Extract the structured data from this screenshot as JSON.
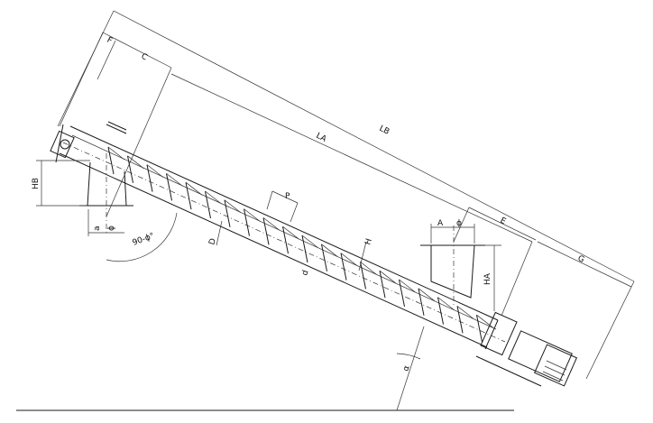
{
  "diagram": {
    "labels": {
      "F": "F",
      "C": "C",
      "LB": "LB",
      "LA": "LA",
      "HB": "HB",
      "P": "P",
      "D": "D",
      "H": "H",
      "d": "d",
      "A": "A",
      "phi_outlet": "ϕ",
      "E": "E",
      "G": "G",
      "HA": "HA",
      "a_inlet": "a",
      "phi_inlet": "ϕ",
      "angle_90": "90-ϕ°",
      "angle_alpha": "α"
    }
  }
}
